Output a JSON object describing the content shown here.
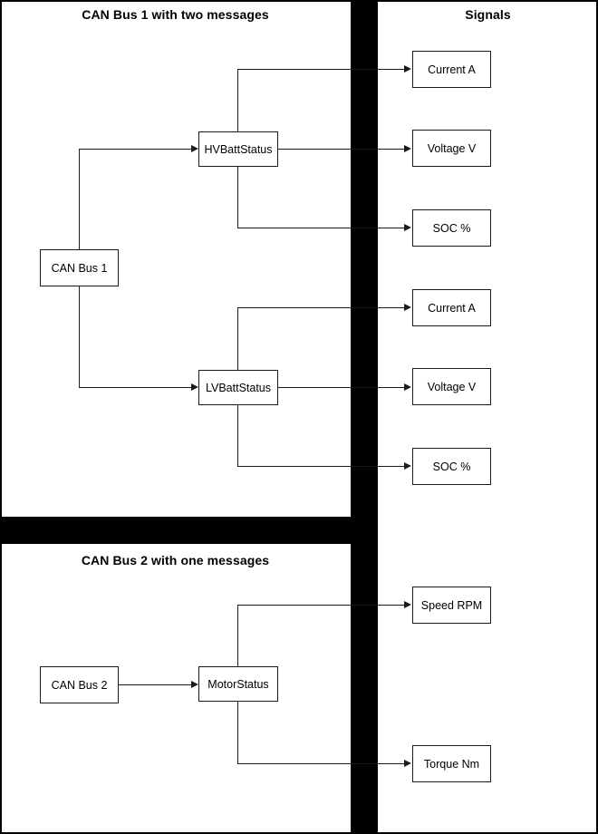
{
  "diagram": {
    "title_bus1": "CAN Bus 1 with two messages",
    "title_bus2": "CAN Bus 2 with one messages",
    "title_signals": "Signals",
    "colors": {
      "background": "#ffffff",
      "line": "#1a1a1a",
      "separator": "#000000",
      "text": "#000000"
    },
    "panels": [
      {
        "name": "can-bus-1-panel",
        "title": "CAN Bus 1 with two messages",
        "bus": {
          "label": "CAN Bus 1"
        },
        "messages": [
          {
            "label": "HVBattStatus",
            "signals": [
              {
                "label": "Current A"
              },
              {
                "label": "Voltage V"
              },
              {
                "label": "SOC %"
              }
            ]
          },
          {
            "label": "LVBattStatus",
            "signals": [
              {
                "label": "Current A"
              },
              {
                "label": "Voltage V"
              },
              {
                "label": "SOC %"
              }
            ]
          }
        ]
      },
      {
        "name": "can-bus-2-panel",
        "title": "CAN Bus 2 with one messages",
        "bus": {
          "label": "CAN Bus 2"
        },
        "messages": [
          {
            "label": "MotorStatus",
            "signals": [
              {
                "label": "Speed RPM"
              },
              {
                "label": "Torque Nm"
              }
            ]
          }
        ]
      }
    ],
    "signals_column": [
      {
        "label": "Current A"
      },
      {
        "label": "Voltage V"
      },
      {
        "label": "SOC %"
      },
      {
        "label": "Current A"
      },
      {
        "label": "Voltage V"
      },
      {
        "label": "SOC %"
      },
      {
        "label": "Speed RPM"
      },
      {
        "label": "Torque Nm"
      }
    ]
  }
}
